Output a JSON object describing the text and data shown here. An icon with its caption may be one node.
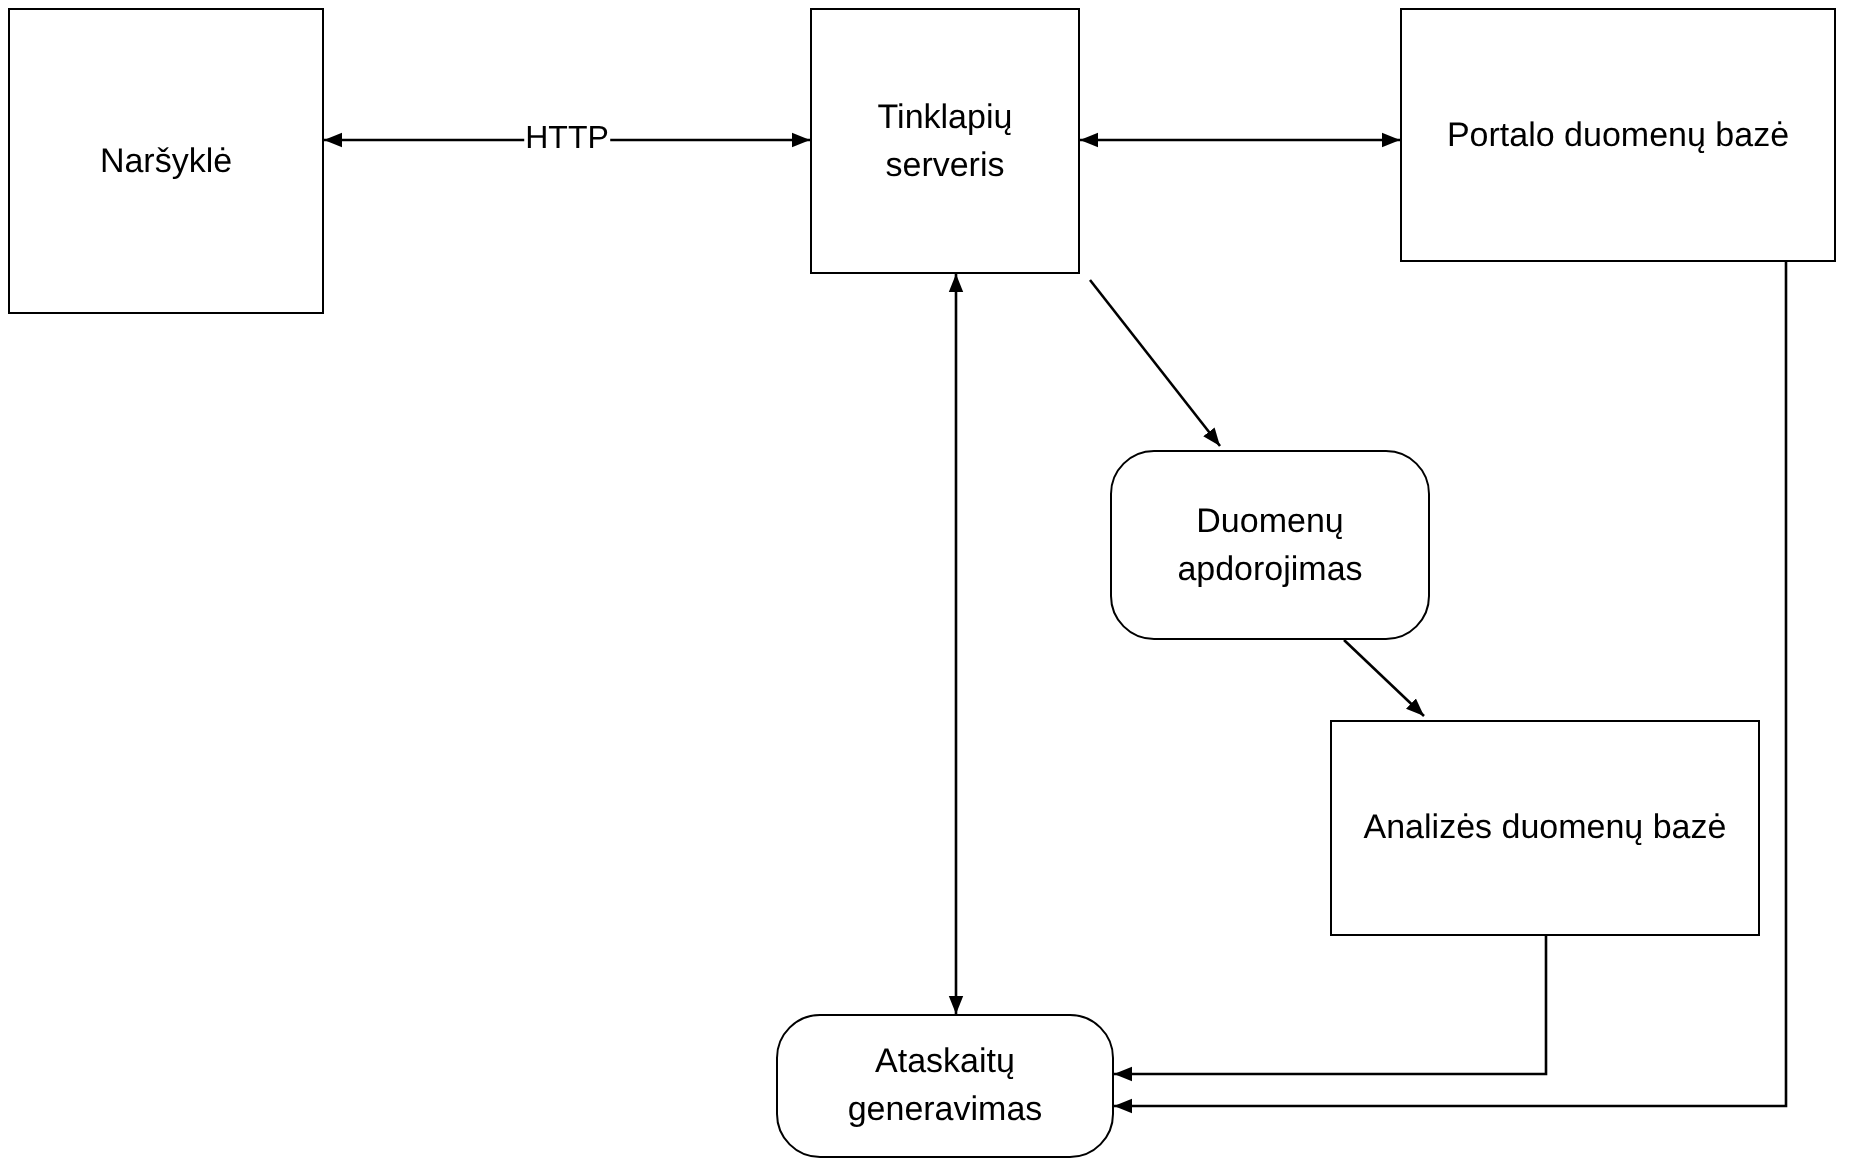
{
  "diagram": {
    "nodes": [
      {
        "text": [
          "Naršyklė"
        ]
      },
      {
        "text": [
          "Tinklapių serveris"
        ]
      },
      {
        "text": [
          "Portalo duomenų bazė"
        ]
      },
      {
        "text": [
          "Duomenų apdorojimas"
        ]
      },
      {
        "text": [
          "Analizės duomenų bazė"
        ]
      },
      {
        "text": [
          "Ataskaitų generavimas"
        ]
      }
    ],
    "edges": [
      {
        "from": 0,
        "to": 1,
        "arrow": "both",
        "label": "HTTP"
      },
      {
        "from": 1,
        "to": 2,
        "arrow": "both"
      },
      {
        "from": 1,
        "to": 3,
        "arrow": "to"
      },
      {
        "from": 3,
        "to": 4,
        "arrow": "to"
      },
      {
        "from": 1,
        "to": 5,
        "arrow": "both"
      },
      {
        "from": 4,
        "to": 5,
        "arrow": "to"
      },
      {
        "from": 2,
        "to": 5,
        "arrow": "to"
      }
    ]
  }
}
